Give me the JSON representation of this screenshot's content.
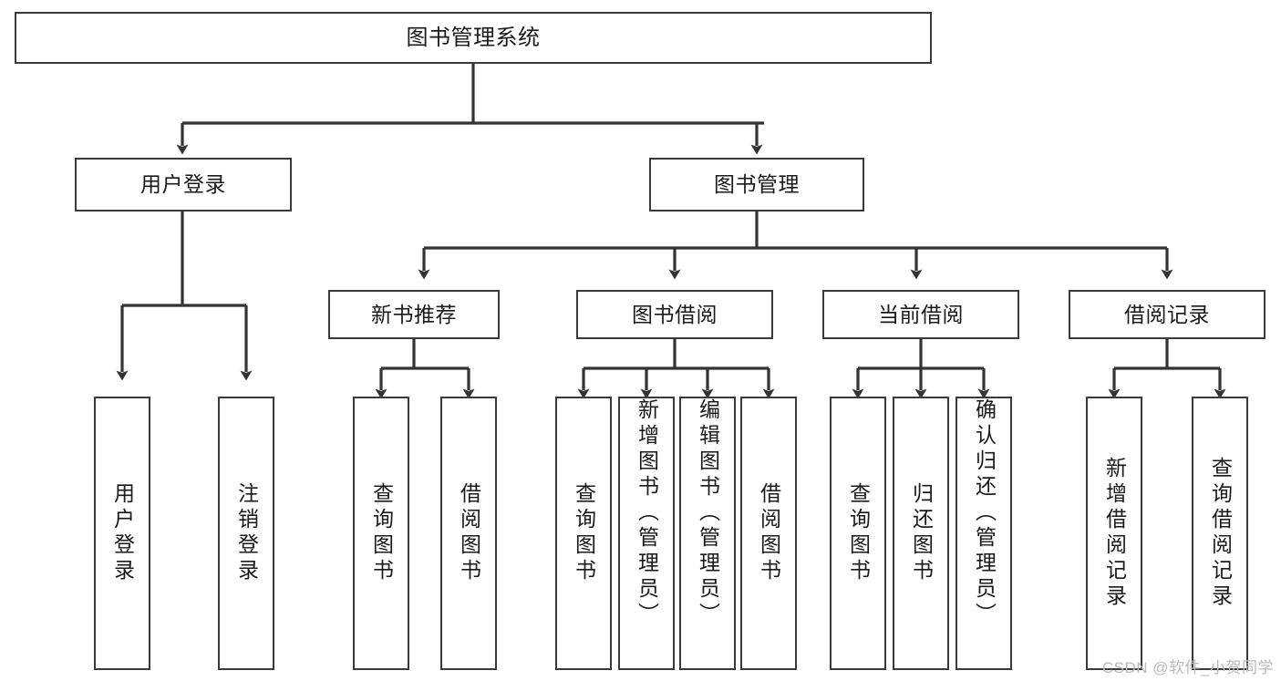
{
  "diagram": {
    "title": "图书管理系统",
    "type": "hierarchy-tree",
    "watermark": "CSDN @软件_小贺同学",
    "colors": {
      "box_border": "#3a3a3a",
      "box_fill": "#ffffff",
      "connector": "#333333",
      "text": "#1a1a1a",
      "watermark": "#b9b9b9"
    },
    "nodes": {
      "root": {
        "label": "图书管理系统"
      },
      "level2": [
        {
          "id": "user-login",
          "label": "用户登录"
        },
        {
          "id": "book-management",
          "label": "图书管理"
        }
      ],
      "level3": [
        {
          "id": "new-book-recommend",
          "label": "新书推荐"
        },
        {
          "id": "book-borrow",
          "label": "图书借阅"
        },
        {
          "id": "current-borrow",
          "label": "当前借阅"
        },
        {
          "id": "borrow-record",
          "label": "借阅记录"
        }
      ],
      "leaves": {
        "user_login": [
          {
            "id": "leaf-user-login",
            "label": "用户登录"
          },
          {
            "id": "leaf-logout",
            "label": "注销登录"
          }
        ],
        "new_book_recommend": [
          {
            "id": "leaf-query-book-1",
            "label": "查询图书"
          },
          {
            "id": "leaf-borrow-book-1",
            "label": "借阅图书"
          }
        ],
        "book_borrow": [
          {
            "id": "leaf-query-book-2",
            "label": "查询图书"
          },
          {
            "id": "leaf-add-book",
            "label": "新增图书（管理员）"
          },
          {
            "id": "leaf-edit-book",
            "label": "编辑图书（管理员）"
          },
          {
            "id": "leaf-borrow-book-2",
            "label": "借阅图书"
          }
        ],
        "current_borrow": [
          {
            "id": "leaf-query-book-3",
            "label": "查询图书"
          },
          {
            "id": "leaf-return-book",
            "label": "归还图书"
          },
          {
            "id": "leaf-confirm-return",
            "label": "确认归还（管理员）"
          }
        ],
        "borrow_record": [
          {
            "id": "leaf-add-record",
            "label": "新增借阅记录"
          },
          {
            "id": "leaf-query-record",
            "label": "查询借阅记录"
          }
        ]
      }
    }
  }
}
